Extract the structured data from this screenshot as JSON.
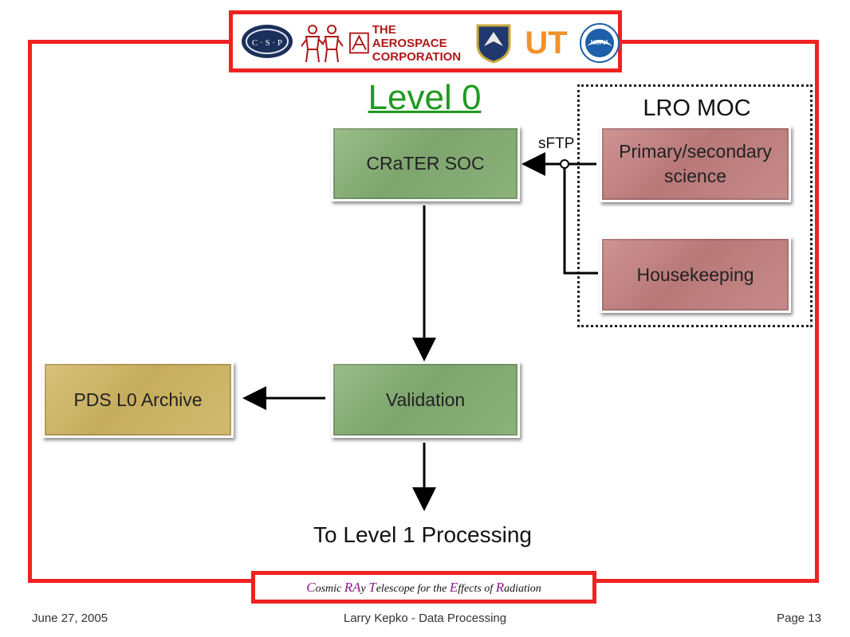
{
  "title": "Level 0",
  "moc": {
    "title": "LRO MOC"
  },
  "boxes": {
    "crater_soc": "CRaTER SOC",
    "primary": "Primary/secondary science",
    "housekeeping": "Housekeeping",
    "validation": "Validation",
    "pds": "PDS L0 Archive"
  },
  "labels": {
    "sftp": "sFTP",
    "to_level1": "To Level 1 Processing"
  },
  "banner": {
    "c": "C",
    "osmic": "osmic ",
    "ra": "RA",
    "y": "y ",
    "t": "T",
    "elescope": "elescope for the ",
    "e": "E",
    "ffects": "ffects of ",
    "r": "R",
    "adiation": "adiation"
  },
  "footer": {
    "date": "June 27, 2005",
    "center": "Larry Kepko - Data Processing",
    "page": "Page 13"
  },
  "logos": {
    "csp_letters": "C · S · P",
    "aerospace_line1": "THE AEROSPACE",
    "aerospace_line2": "CORPORATION",
    "ut": "UT",
    "noaa": "NOAA"
  },
  "colors": {
    "frame": "#ee2222",
    "title": "#1f9a1f",
    "green_box": "#86ad75",
    "red_box": "#c08282",
    "gold_box": "#cfb66a"
  }
}
